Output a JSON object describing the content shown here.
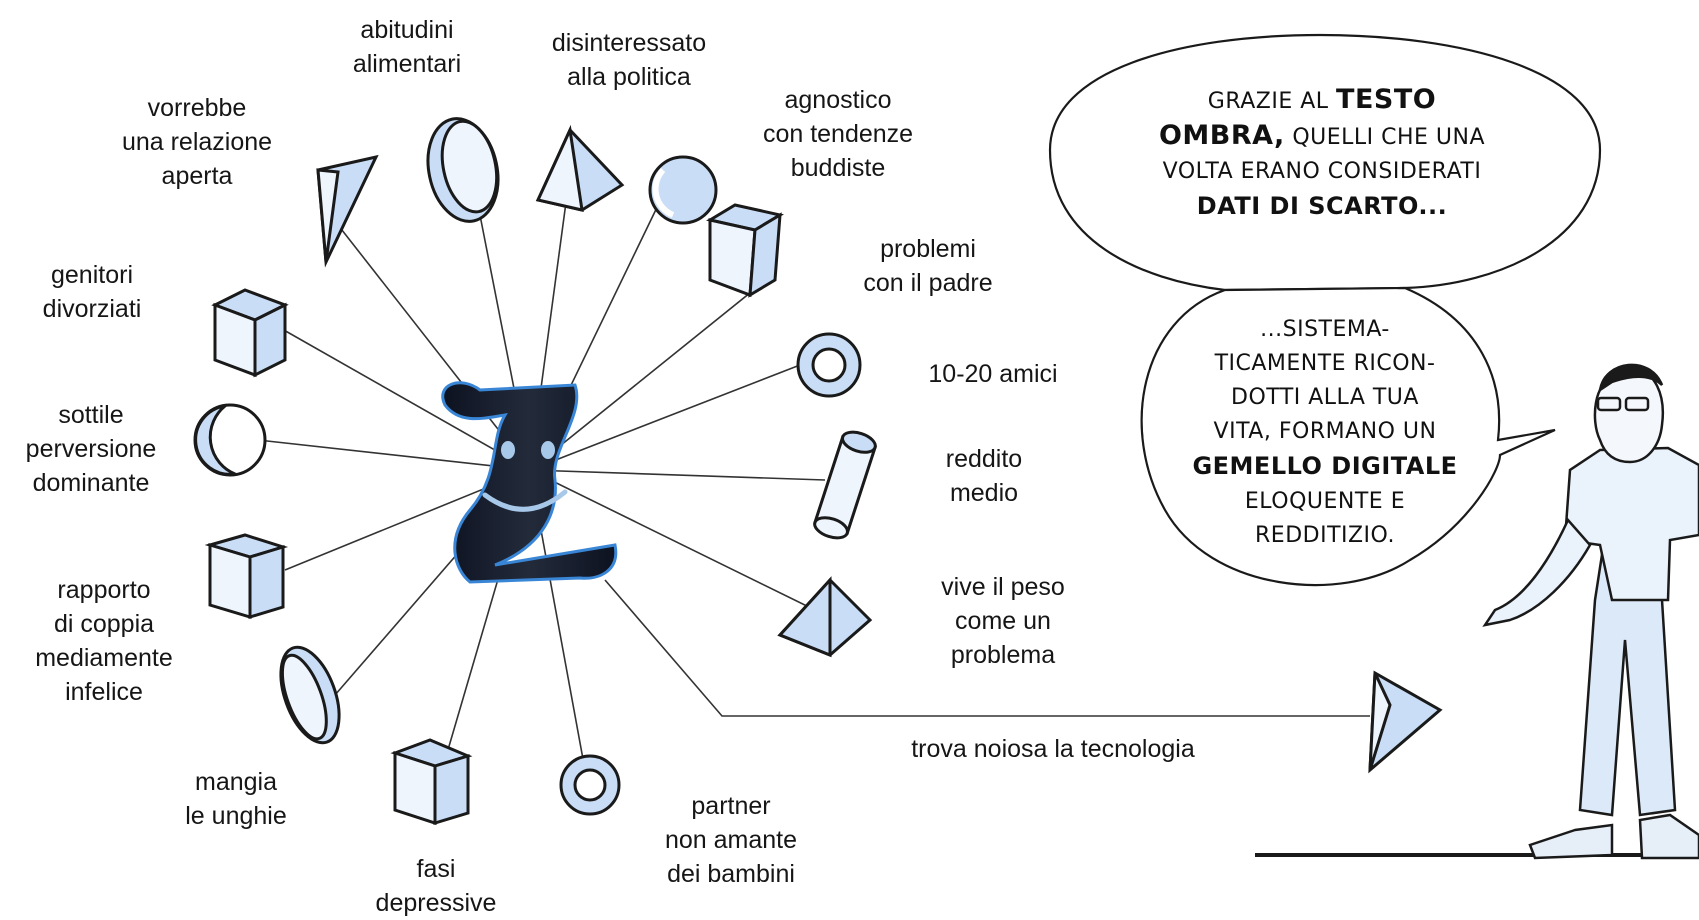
{
  "center_symbol": "scroll-face-icon",
  "labels": {
    "abitudini": [
      "abitudini",
      "alimentari"
    ],
    "politica": [
      "disinteressato",
      "alla politica"
    ],
    "agnostico": [
      "agnostico",
      "con tendenze",
      "buddiste"
    ],
    "relazione": [
      "vorrebbe",
      "una relazione",
      "aperta"
    ],
    "genitori": [
      "genitori",
      "divorziati"
    ],
    "padre": [
      "problemi",
      "con il padre"
    ],
    "amici": [
      "10-20 amici"
    ],
    "perversione": [
      "sottile",
      "perversione",
      "dominante"
    ],
    "reddito": [
      "reddito",
      "medio"
    ],
    "coppia": [
      "rapporto",
      "di coppia",
      "mediamente",
      "infelice"
    ],
    "peso": [
      "vive il peso",
      "come un",
      "problema"
    ],
    "tecnologia": [
      "trova noiosa la tecnologia"
    ],
    "unghie": [
      "mangia",
      "le unghie"
    ],
    "partner": [
      "partner",
      "non amante",
      "dei bambini"
    ],
    "depressive": [
      "fasi",
      "depressive"
    ]
  },
  "bubble_top": {
    "lines": [
      "GRAZIE AL",
      "TESTO",
      "OMBRA,",
      "QUELLI CHE UNA",
      "VOLTA ERANO CONSIDERATI",
      "DATI DI SCARTO..."
    ]
  },
  "bubble_bottom": {
    "lines": [
      "...SISTEMA-",
      "TICAMENTE RICON-",
      "DOTTI ALLA TUA",
      "VITA, FORMANO UN",
      "GEMELLO DIGITALE",
      "ELOQUENTE E",
      "REDDITIZIO."
    ]
  },
  "colors": {
    "shape_fill": "#c9def6",
    "line": "#333333",
    "scroll": "#141a26",
    "scroll_edge": "#3a86d6"
  }
}
